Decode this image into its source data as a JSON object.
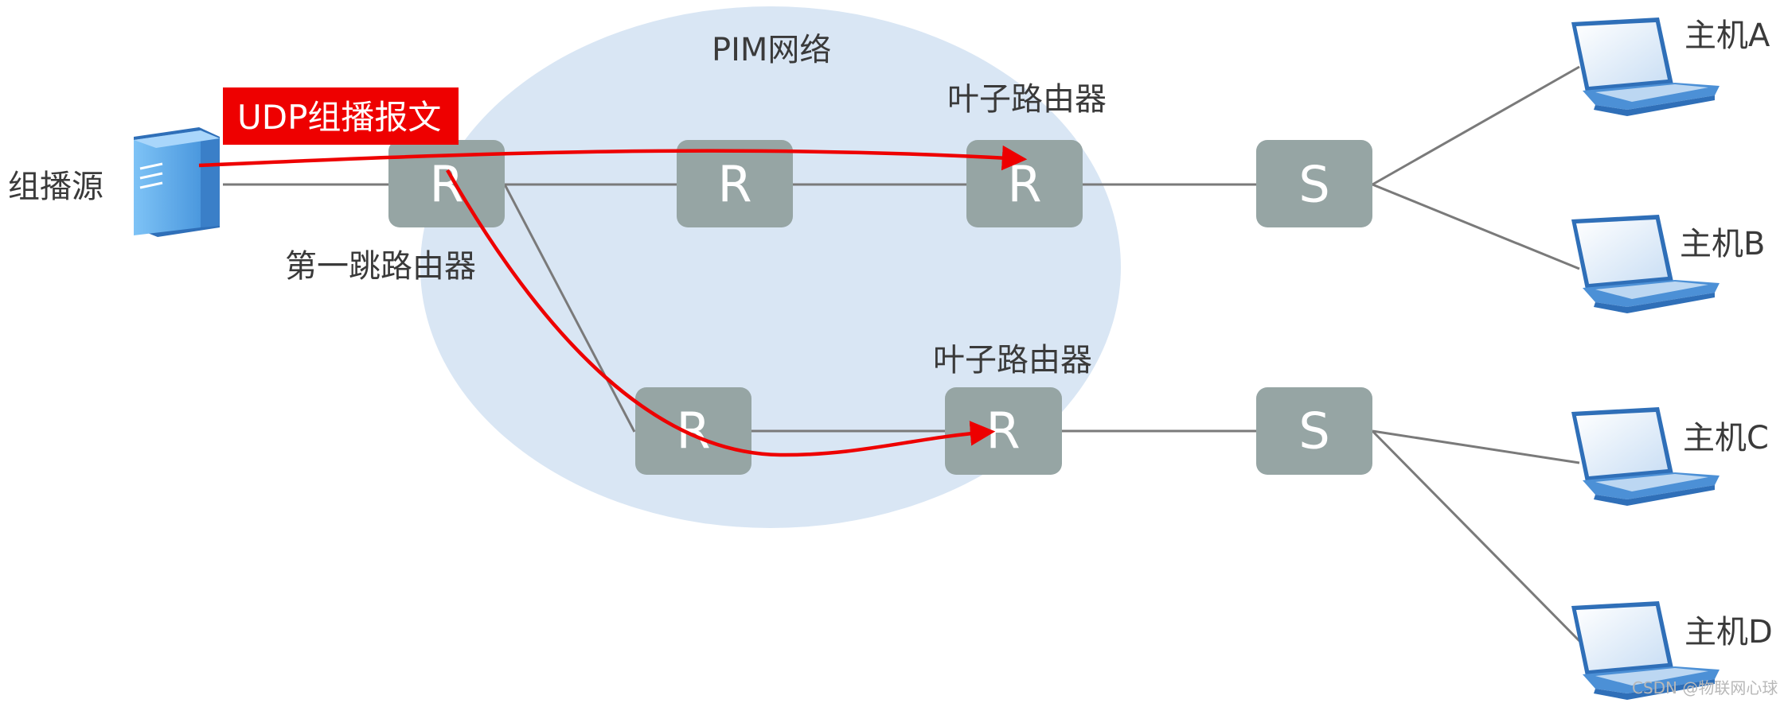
{
  "network_label": "PIM网络",
  "source_label": "组播源",
  "packet_label": "UDP组播报文",
  "first_hop_label": "第一跳路由器",
  "leaf_label_top": "叶子路由器",
  "leaf_label_bottom": "叶子路由器",
  "router_letter": "R",
  "switch_letter": "S",
  "hosts": [
    "主机A",
    "主机B",
    "主机C",
    "主机D"
  ],
  "watermark": "CSDN @物联网心球",
  "colors": {
    "router_fill": "#96a5a4",
    "cloud_fill": "#d9e6f4",
    "packet_fill": "#ee0000",
    "arrow": "#ee0000",
    "link": "#7a7a7a"
  }
}
